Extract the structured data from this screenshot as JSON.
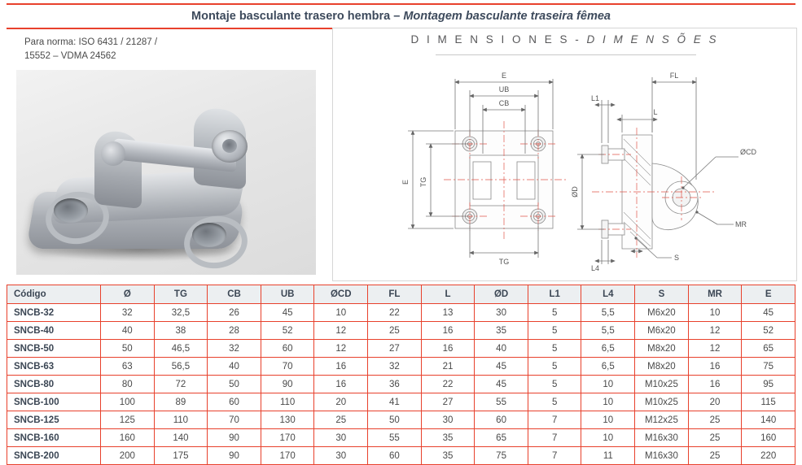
{
  "title": {
    "es": "Montaje basculante trasero hembra",
    "sep": " – ",
    "pt": "Montagem basculante traseira fêmea"
  },
  "norma": {
    "line1": "Para norma: ISO 6431 / 21287 /",
    "line2": "15552 – VDMA 24562"
  },
  "dimensions_header": {
    "es": "D I M E N S I O N E S",
    "sep": " - ",
    "pt": "D I M E N S Õ E S"
  },
  "drawing_labels": {
    "front": [
      "E",
      "UB",
      "CB",
      "TG",
      "E",
      "TG"
    ],
    "side": [
      "FL",
      "L1",
      "L",
      "ØCD",
      "ØD",
      "MR",
      "S",
      "L4"
    ]
  },
  "colors": {
    "accent": "#e8412c",
    "title": "#3d4a5c",
    "header_bg": "#eceff1",
    "text": "#4a4a4a"
  },
  "table": {
    "columns": [
      "Código",
      "Ø",
      "TG",
      "CB",
      "UB",
      "ØCD",
      "FL",
      "L",
      "ØD",
      "L1",
      "L4",
      "S",
      "MR",
      "E"
    ],
    "rows": [
      [
        "SNCB-32",
        "32",
        "32,5",
        "26",
        "45",
        "10",
        "22",
        "13",
        "30",
        "5",
        "5,5",
        "M6x20",
        "10",
        "45"
      ],
      [
        "SNCB-40",
        "40",
        "38",
        "28",
        "52",
        "12",
        "25",
        "16",
        "35",
        "5",
        "5,5",
        "M6x20",
        "12",
        "52"
      ],
      [
        "SNCB-50",
        "50",
        "46,5",
        "32",
        "60",
        "12",
        "27",
        "16",
        "40",
        "5",
        "6,5",
        "M8x20",
        "12",
        "65"
      ],
      [
        "SNCB-63",
        "63",
        "56,5",
        "40",
        "70",
        "16",
        "32",
        "21",
        "45",
        "5",
        "6,5",
        "M8x20",
        "16",
        "75"
      ],
      [
        "SNCB-80",
        "80",
        "72",
        "50",
        "90",
        "16",
        "36",
        "22",
        "45",
        "5",
        "10",
        "M10x25",
        "16",
        "95"
      ],
      [
        "SNCB-100",
        "100",
        "89",
        "60",
        "110",
        "20",
        "41",
        "27",
        "55",
        "5",
        "10",
        "M10x25",
        "20",
        "115"
      ],
      [
        "SNCB-125",
        "125",
        "110",
        "70",
        "130",
        "25",
        "50",
        "30",
        "60",
        "7",
        "10",
        "M12x25",
        "25",
        "140"
      ],
      [
        "SNCB-160",
        "160",
        "140",
        "90",
        "170",
        "30",
        "55",
        "35",
        "65",
        "7",
        "10",
        "M16x30",
        "25",
        "160"
      ],
      [
        "SNCB-200",
        "200",
        "175",
        "90",
        "170",
        "30",
        "60",
        "35",
        "75",
        "7",
        "11",
        "M16x30",
        "25",
        "220"
      ]
    ]
  }
}
